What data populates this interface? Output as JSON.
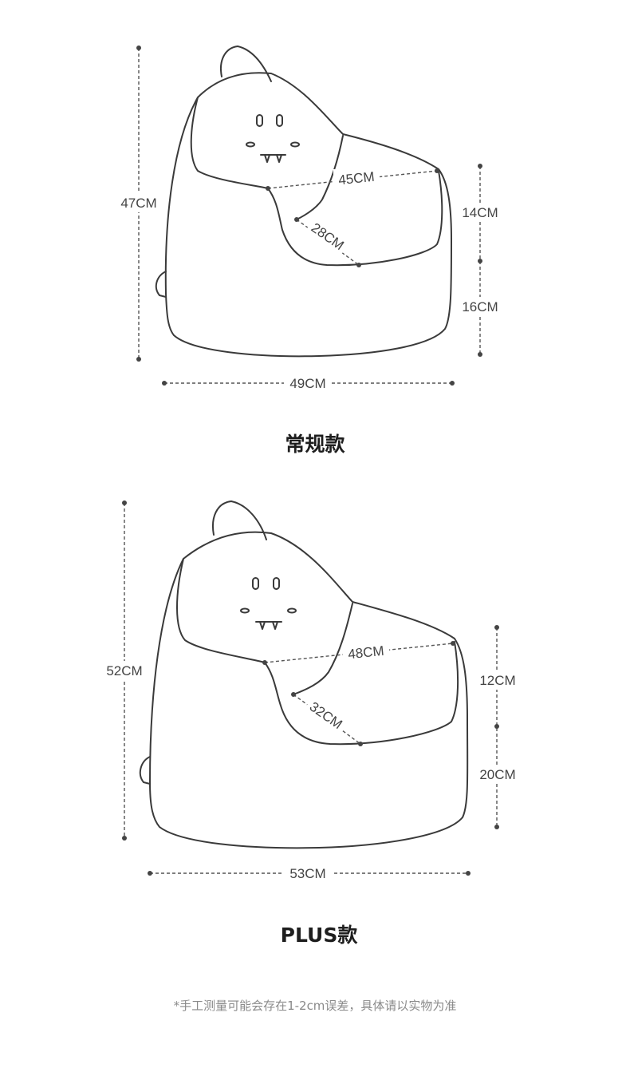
{
  "regular": {
    "title": "常规款",
    "height": "47CM",
    "width": "49CM",
    "seat_width": "45CM",
    "seat_depth": "28CM",
    "armrest_height": "14CM",
    "seat_height": "16CM"
  },
  "plus": {
    "title": "PLUS款",
    "height": "52CM",
    "width": "53CM",
    "seat_width": "48CM",
    "seat_depth": "32CM",
    "armrest_height": "12CM",
    "seat_height": "20CM"
  },
  "footnote": "*手工测量可能会存在1-2cm误差，具体请以实物为准",
  "colors": {
    "line": "#3a3a3a",
    "text": "#444444",
    "title": "#1e1e1e",
    "note": "#8a8a8a"
  }
}
